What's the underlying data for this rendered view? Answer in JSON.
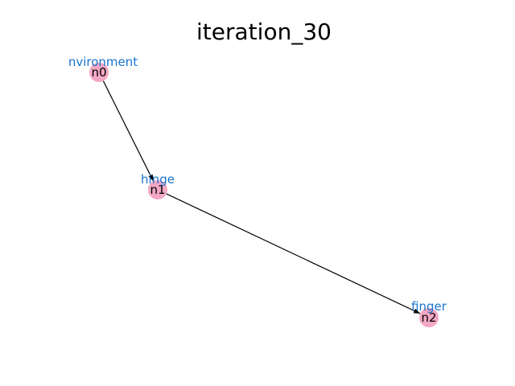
{
  "title": "iteration_30",
  "colors": {
    "node_fill": "#f2a7c4",
    "label_color": "#1874cd",
    "edge_color": "#000000"
  },
  "nodes": [
    {
      "id": "n0",
      "label": "nvironment"
    },
    {
      "id": "n1",
      "label": "hinge"
    },
    {
      "id": "n2",
      "label": "finger"
    }
  ],
  "edges": [
    {
      "from": "n0",
      "to": "n1"
    },
    {
      "from": "n1",
      "to": "n2"
    }
  ]
}
